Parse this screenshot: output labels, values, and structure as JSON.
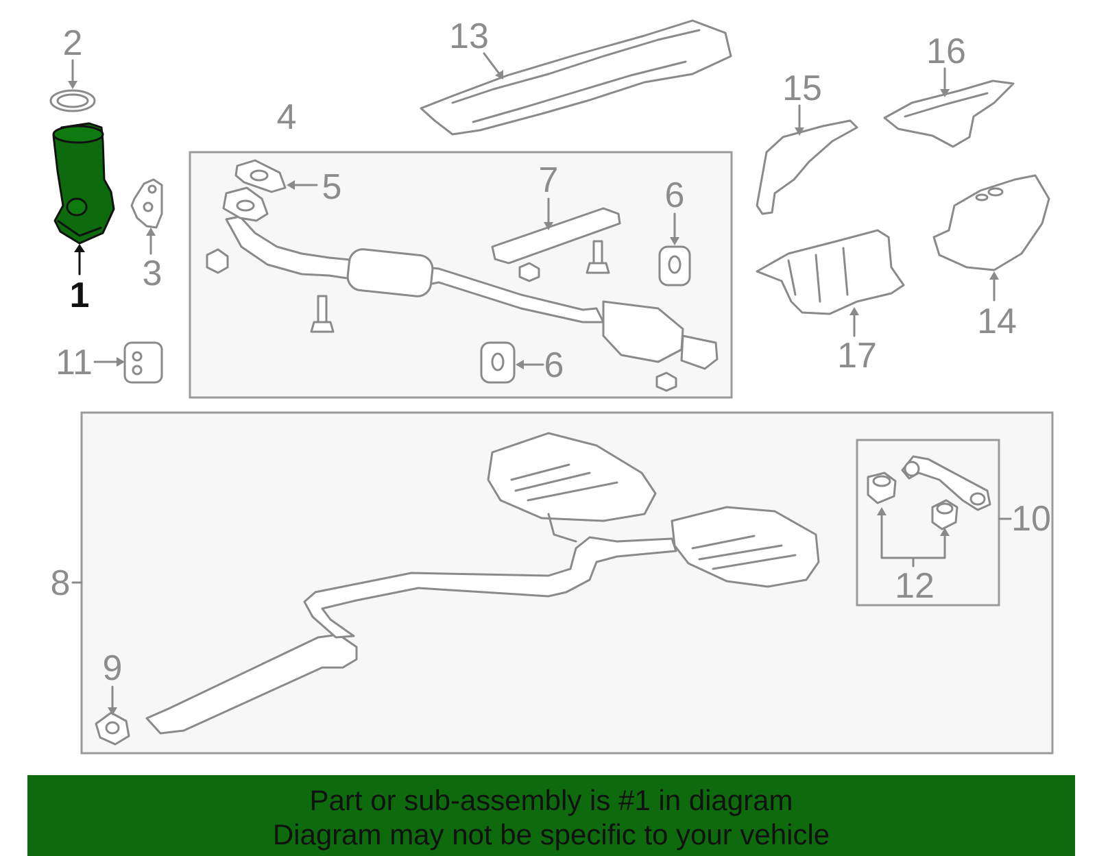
{
  "callouts": {
    "c1": "1",
    "c2": "2",
    "c3": "3",
    "c4": "4",
    "c5": "5",
    "c6a": "6",
    "c6b": "6",
    "c7": "7",
    "c8": "8",
    "c9": "9",
    "c10": "10",
    "c11": "11",
    "c12": "12",
    "c13": "13",
    "c14": "14",
    "c15": "15",
    "c16": "16",
    "c17": "17"
  },
  "highlight": {
    "part_number": "1",
    "color": "#0d6b0d"
  },
  "banner": {
    "line1": "Part or sub-assembly is #1 in diagram",
    "line2": "Diagram may not be specific to your vehicle"
  },
  "colors": {
    "part_stroke": "#8a8a8a",
    "box_fill": "#f7f7f7",
    "banner_bg": "#0d6b0d"
  }
}
